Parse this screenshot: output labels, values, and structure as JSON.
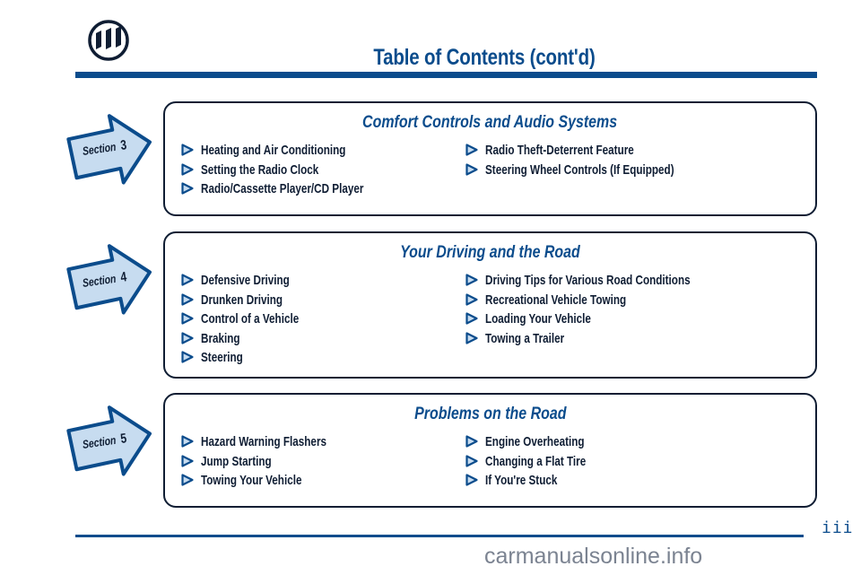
{
  "header": {
    "title": "Table of Contents (cont'd)",
    "logo_icon": "buick-tri-shield-icon"
  },
  "sections": [
    {
      "label": "Section",
      "number": "3",
      "title": "Comfort Controls and Audio Systems",
      "left_items": [
        "Heating and Air Conditioning",
        "Setting the Radio Clock",
        "Radio/Cassette Player/CD Player"
      ],
      "right_items": [
        "Radio Theft-Deterrent Feature",
        "Steering Wheel Controls (If Equipped)"
      ]
    },
    {
      "label": "Section",
      "number": "4",
      "title": "Your Driving and the Road",
      "left_items": [
        "Defensive Driving",
        "Drunken Driving",
        "Control of a Vehicle",
        "Braking",
        "Steering"
      ],
      "right_items": [
        "Driving Tips for Various Road Conditions",
        "Recreational Vehicle Towing",
        "Loading Your Vehicle",
        "Towing a Trailer"
      ]
    },
    {
      "label": "Section",
      "number": "5",
      "title": "Problems on the Road",
      "left_items": [
        "Hazard Warning Flashers",
        "Jump Starting",
        "Towing Your Vehicle"
      ],
      "right_items": [
        "Engine Overheating",
        "Changing a Flat Tire",
        "If You're Stuck"
      ]
    }
  ],
  "footer": {
    "page_number": "iii",
    "watermark": "carmanualsonline.info"
  },
  "colors": {
    "accent": "#0b4c8c",
    "text": "#0f1d33",
    "badge_fill": "#c7dcf0"
  }
}
